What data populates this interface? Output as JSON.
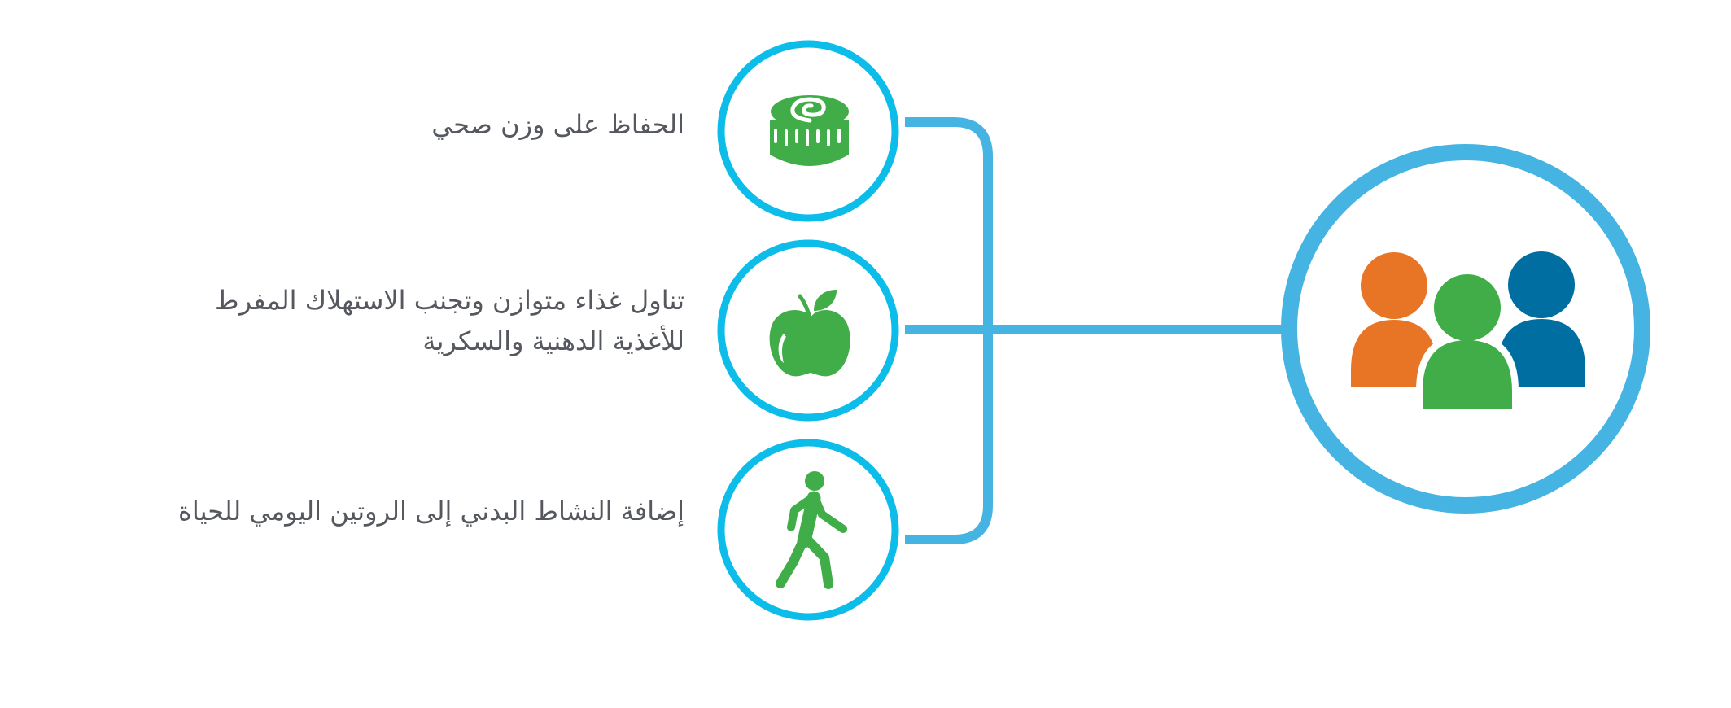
{
  "colors": {
    "icon_ring": "#0cbde9",
    "connector": "#45b4e3",
    "icon_green": "#40ad48",
    "person_orange": "#e87425",
    "person_green": "#40ad48",
    "person_blue": "#006ea1",
    "text": "#55585e"
  },
  "items": [
    {
      "icon": "tape-measure-icon",
      "lines": [
        "الحفاظ على وزن صحي"
      ]
    },
    {
      "icon": "apple-icon",
      "lines": [
        "تناول غذاء متوازن وتجنب الاستهلاك المفرط",
        "للأغذية الدهنية والسكرية"
      ]
    },
    {
      "icon": "walking-person-icon",
      "lines": [
        "إضافة النشاط البدني إلى الروتين اليومي للحياة"
      ]
    }
  ],
  "hub": {
    "icon": "people-group-icon"
  }
}
